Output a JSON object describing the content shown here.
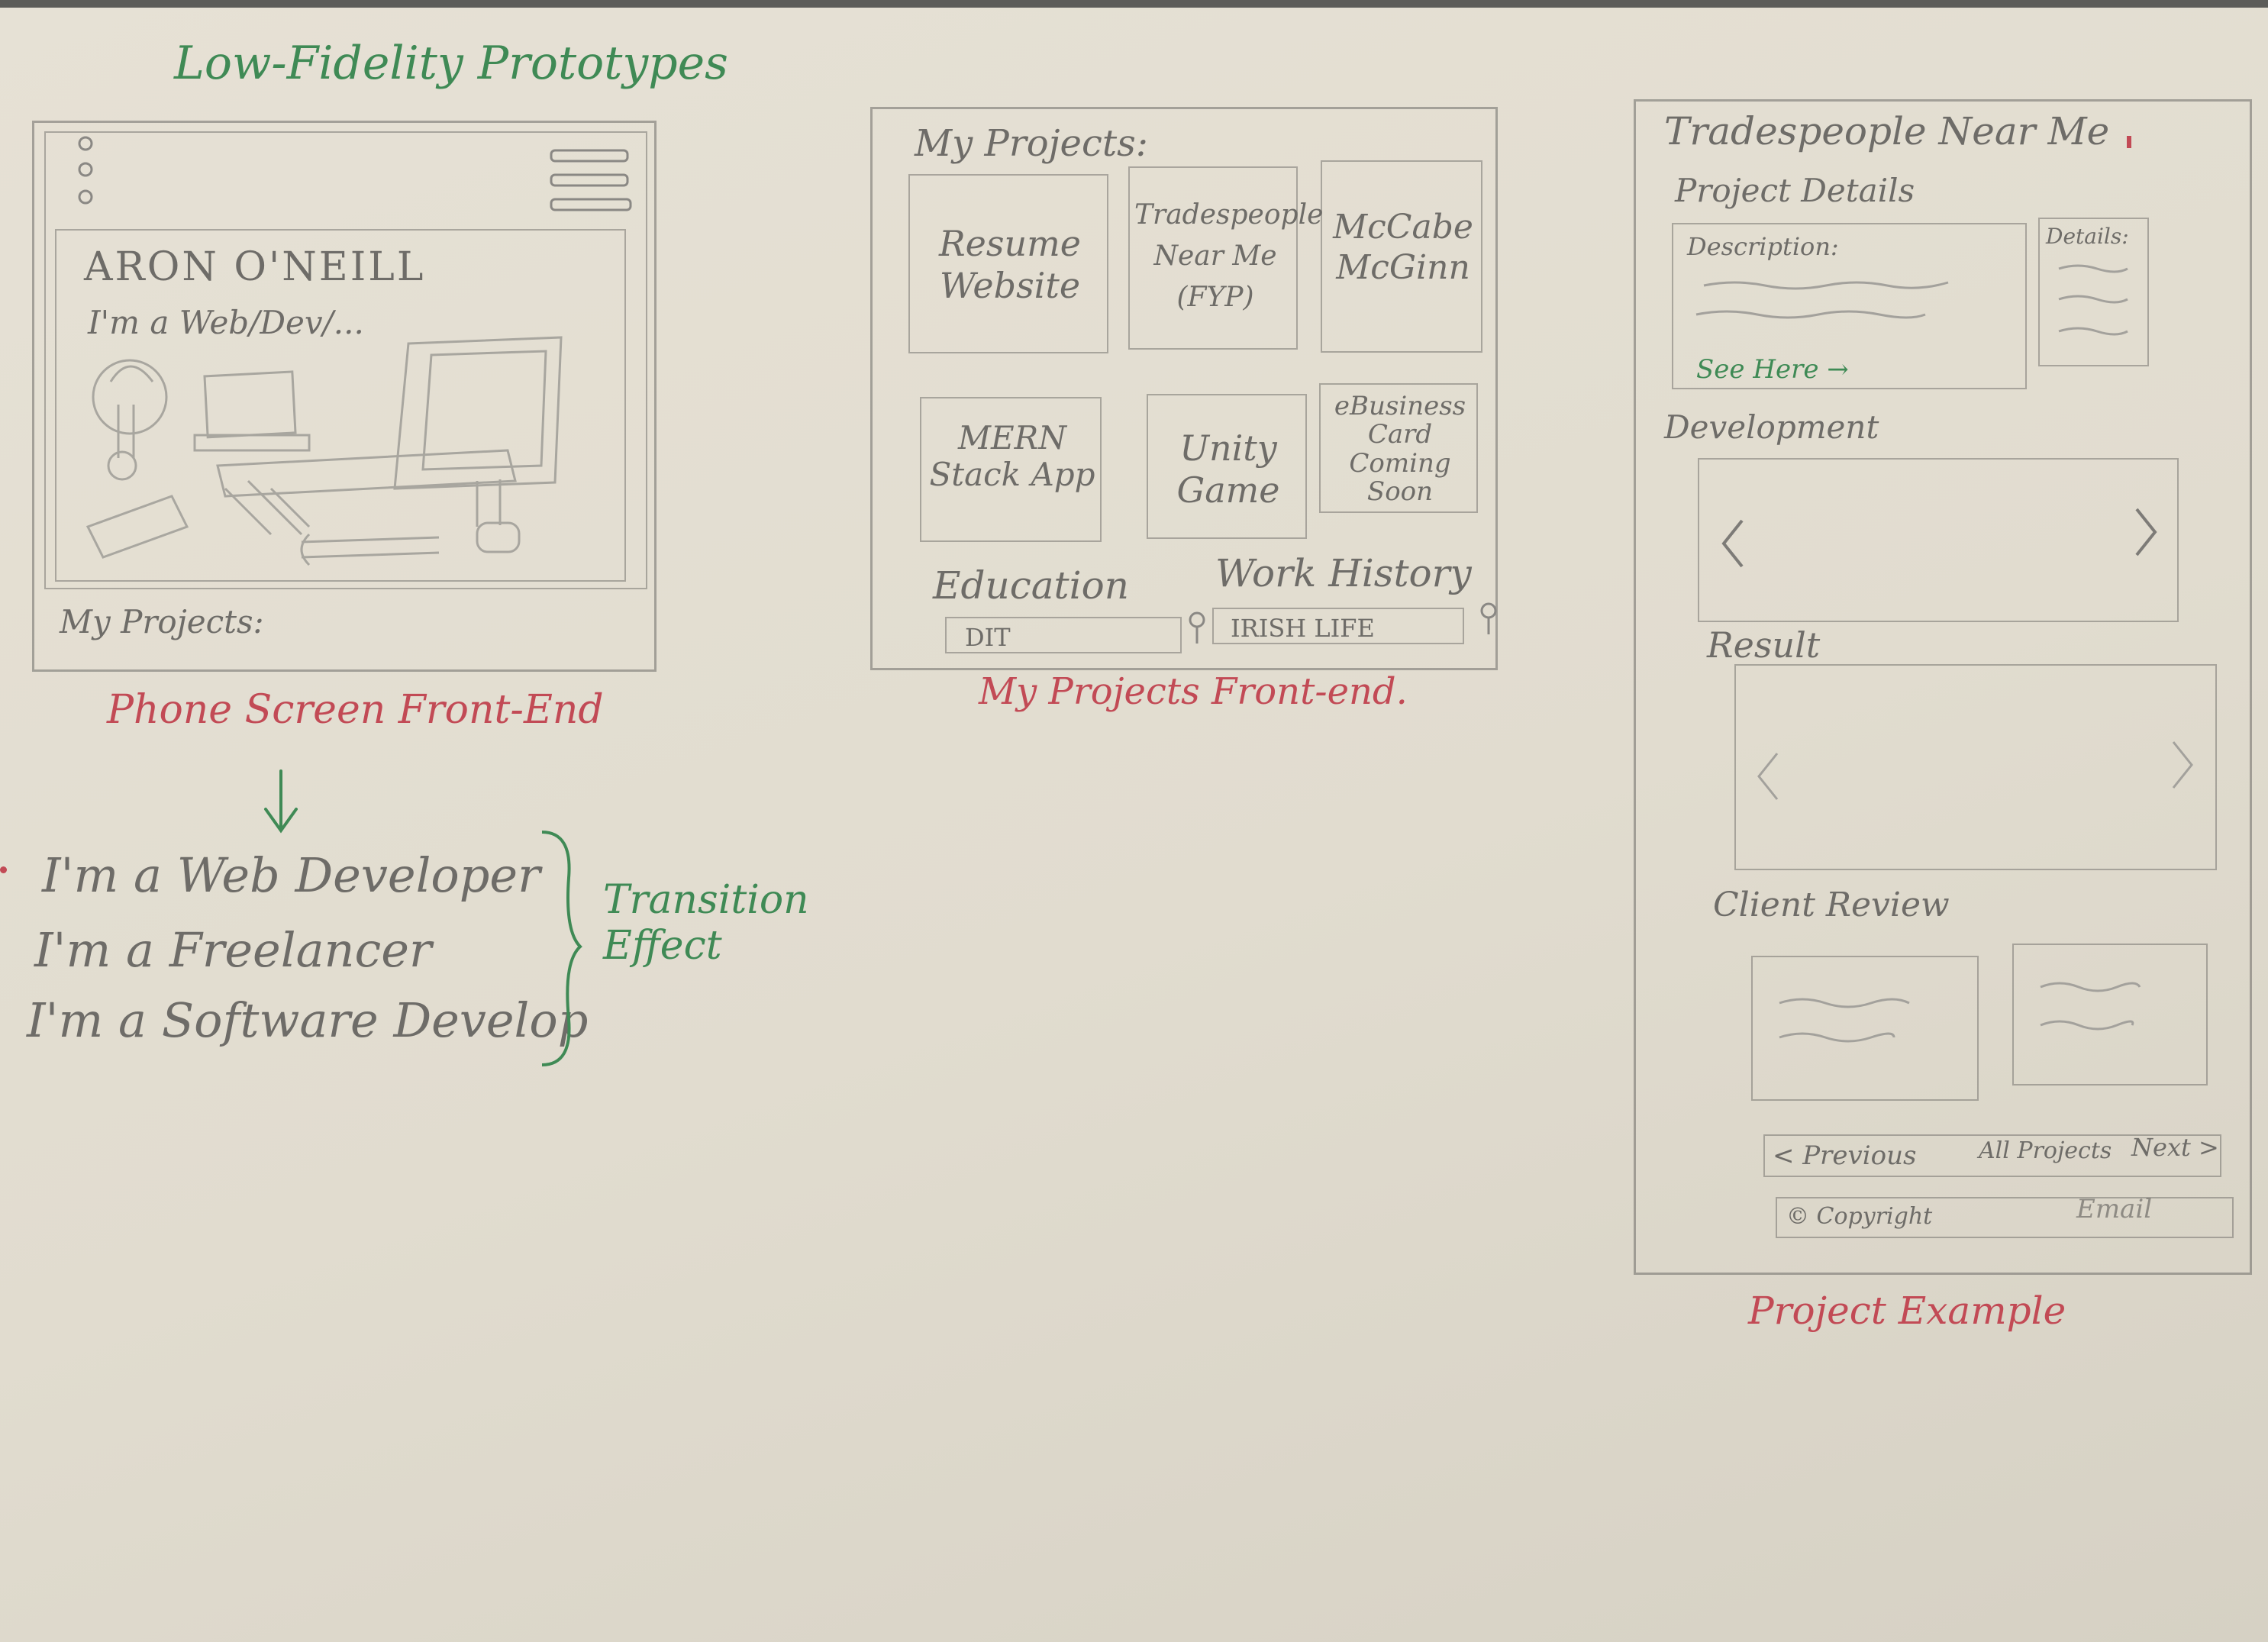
{
  "page_title": "Low-Fidelity Prototypes",
  "phone": {
    "name": "ARON O'NEILL",
    "tagline": "I'm a Web/Dev/...",
    "projects_label": "My Projects:",
    "caption": "Phone Screen Front-End"
  },
  "transition": {
    "lines": [
      "I'm a Web Developer",
      "I'm a Freelancer",
      "I'm a Software Develop"
    ],
    "label": "Transition Effect"
  },
  "projects_page": {
    "heading": "My Projects:",
    "cards": [
      "Resume Website",
      "Tradespeople Near Me (FYP)",
      "McCabe McGinn",
      "MERN Stack App",
      "Unity Game",
      "eBusiness Card Coming Soon"
    ],
    "education_label": "Education",
    "work_label": "Work History",
    "education_value": "DIT",
    "work_value": "IRISH LIFE",
    "caption": "My Projects Front-end."
  },
  "project_example": {
    "title": "Tradespeople Near Me",
    "details_heading": "Project Details",
    "description_label": "Description:",
    "details_label": "Details:",
    "see_here": "See Here →",
    "development_label": "Development",
    "result_label": "Result",
    "review_label": "Client Review",
    "nav_prev": "< Previous",
    "nav_all": "All Projects",
    "nav_next": "Next >",
    "footer_copyright": "© Copyright",
    "footer_email": "Email",
    "caption": "Project Example"
  },
  "icons": {
    "carousel_prev": "chevron-left-icon",
    "carousel_next": "chevron-right-icon",
    "location": "map-pin-icon",
    "menu": "hamburger-menu-icon",
    "arrow": "arrow-down-icon",
    "brace": "right-brace-icon"
  },
  "colors": {
    "pencil": "#6e6c68",
    "green": "#3f8a55",
    "red": "#c24a55",
    "paper": "#e3ded2"
  }
}
